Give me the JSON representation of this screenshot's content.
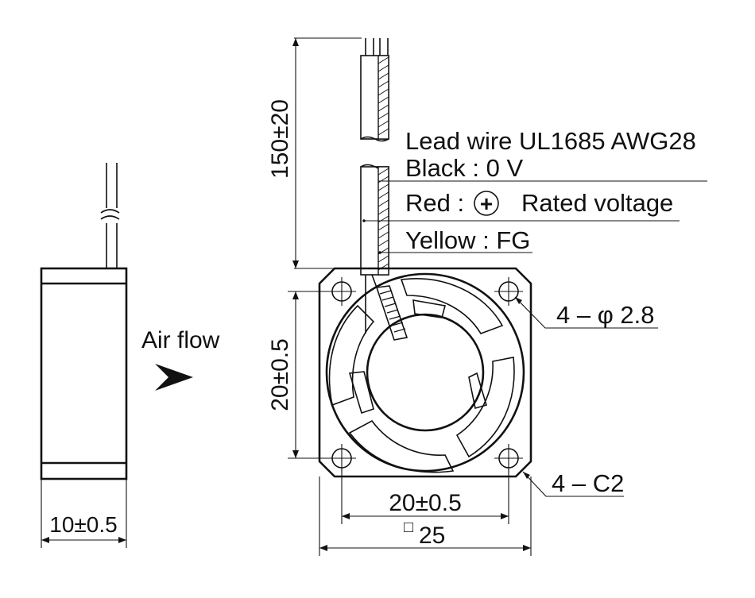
{
  "labels": {
    "lead_wire": "Lead wire UL1685 AWG28",
    "black": "Black : 0 V",
    "red_prefix": "Red :",
    "red_symbol": "+",
    "red_suffix": "Rated voltage",
    "yellow": "Yellow : FG",
    "holes": "4 – φ 2.8",
    "chamfer": "4 – C2",
    "air_flow": "Air flow",
    "dim_lead_length": "150±20",
    "dim_hole_pitch_vertical": "20±0.5",
    "dim_hole_pitch_horizontal": "20±0.5",
    "dim_frame_square": "25",
    "dim_frame_square_symbol": "□",
    "dim_thickness": "10±0.5"
  },
  "icons": {
    "air_flow_arrow": "arrow-right-icon",
    "fan_blades": "fan-icon"
  }
}
